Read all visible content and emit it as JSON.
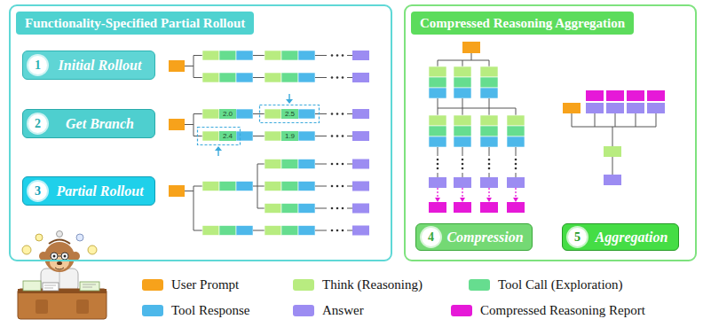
{
  "diagram": {
    "nodes": [
      {
        "text": [
          "Functionality-Specified Partial Rollout"
        ]
      },
      {
        "text": [
          "Compressed Reasoning Aggregation"
        ]
      },
      {
        "text": [
          "1",
          "Initial Rollout"
        ],
        "in": 0
      },
      {
        "text": [
          "2",
          "Get Branch"
        ],
        "in": 0
      },
      {
        "text": [
          "3",
          "Partial Rollout"
        ],
        "in": 0
      },
      {
        "text": [
          "4",
          "Compression"
        ],
        "in": 1
      },
      {
        "text": [
          "5",
          "Aggregation"
        ],
        "in": 1
      },
      {
        "text": [
          "2.0"
        ],
        "in": 0
      },
      {
        "text": [
          "2.5"
        ],
        "in": 0
      },
      {
        "text": [
          "2.4"
        ],
        "in": 0
      },
      {
        "text": [
          "1.9"
        ],
        "in": 0
      }
    ],
    "legend": [
      {
        "text": "User Prompt",
        "color": "#f7a21b"
      },
      {
        "text": "Think (Reasoning)",
        "color": "#b8ec80"
      },
      {
        "text": "Tool Call (Exploration)",
        "color": "#66dd8f"
      },
      {
        "text": "Tool Response",
        "color": "#4db8ea"
      },
      {
        "text": "Answer",
        "color": "#9c8cf2"
      },
      {
        "text": "Compressed Reasoning Report",
        "color": "#e619d8"
      }
    ]
  }
}
